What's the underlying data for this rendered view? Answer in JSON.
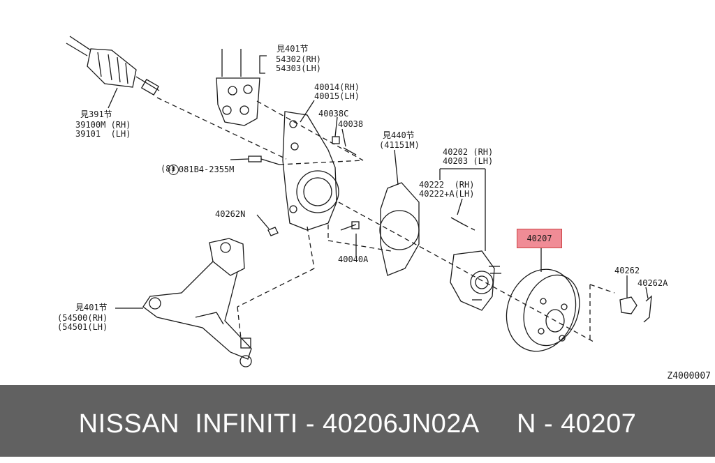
{
  "callouts": {
    "ref_401_top": "見401节",
    "strut_rh": "54302(RH)",
    "strut_lh": "54303(LH)",
    "ref_391": "見391节",
    "shaft_rh": "39100M (RH)",
    "shaft_lh": "39101  (LH)",
    "knuckle_rh": "40014(RH)",
    "knuckle_lh": "40015(LH)",
    "part_40038c": "40038C",
    "part_40038": "40038",
    "bolt_code": "081B4-2355M",
    "bolt_qty": "(8)",
    "ref_440": "見440节",
    "plate": "(41151M)",
    "hub_rh": "40202 (RH)",
    "hub_lh": "40203 (LH)",
    "stud_rh": "40222  (RH)",
    "stud_lh": "40222+A(LH)",
    "part_40262n": "40262N",
    "part_40040a": "40040A",
    "rotor_highlight": "40207",
    "part_40262": "40262",
    "part_40262a": "40262A",
    "ref_401_bottom": "見401节",
    "arm_rh": "(54500(RH)",
    "arm_lh": "(54501(LH)",
    "diagram_code": "Z4000007"
  },
  "colors": {
    "highlight": "#f08c96",
    "footer_bg": "#616161",
    "ink": "#1a1a1a"
  },
  "footer": {
    "text": "NISSAN  INFINITI - 40206JN02A     N - 40207"
  }
}
